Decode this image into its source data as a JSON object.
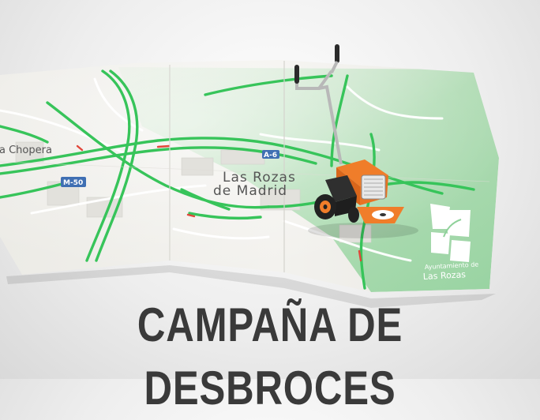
{
  "map": {
    "labels": {
      "place_chopera": "a Chopera",
      "city_line1": "Las Rozas",
      "city_line2": "de Madrid"
    },
    "road_badges": {
      "m50": "M-50",
      "a6": "A-6"
    }
  },
  "logo": {
    "line1": "Ayuntamiento de",
    "line2": "Las Rozas"
  },
  "headline": "CAMPAÑA DE DESBROCES",
  "colors": {
    "background": "#e6e6e6",
    "paper": "#f1efe9",
    "park_green": "#a8dcb0",
    "road_green": "#37c45a",
    "road_blue_badge": "#3f6fb3",
    "mower_orange": "#f07d2a",
    "headline": "#3a3a3a"
  },
  "icons": [
    "brush-mower-illustration",
    "tree-logo-icon"
  ]
}
